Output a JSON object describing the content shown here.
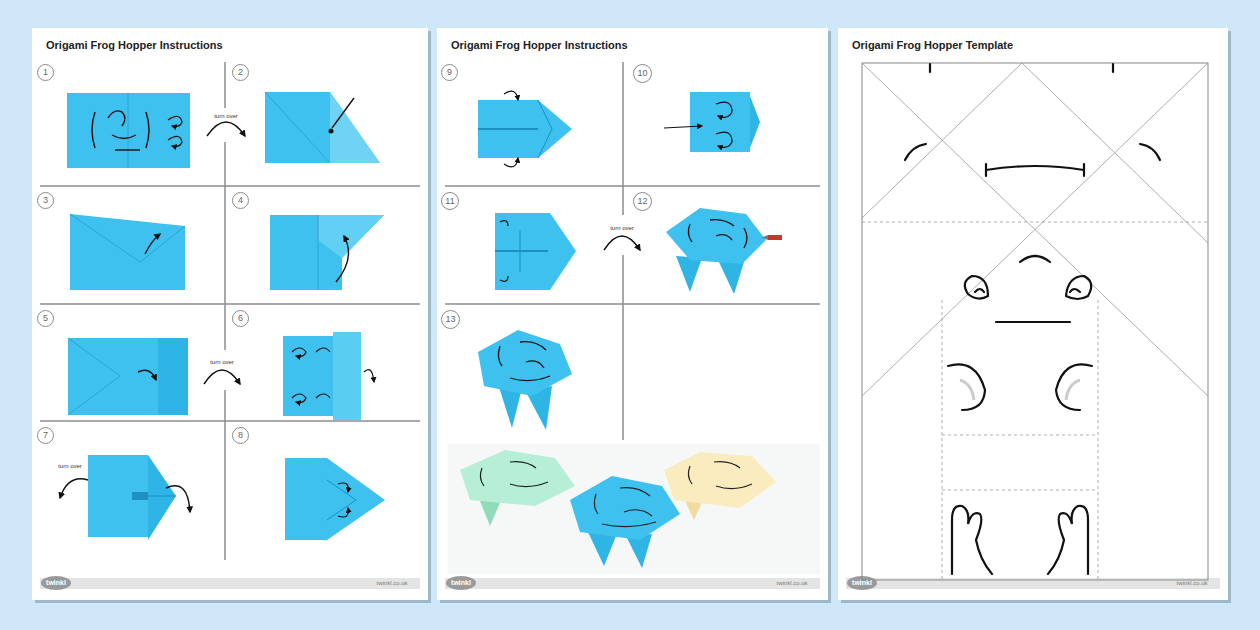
{
  "diagram": {
    "nodes": [
      {
        "text": [
          "Origami Frog Hopper Instructions"
        ]
      },
      {
        "text": [
          "1"
        ],
        "in": 0
      },
      {
        "text": [
          "2"
        ],
        "in": 0
      },
      {
        "text": [
          "3"
        ],
        "in": 0
      },
      {
        "text": [
          "4"
        ],
        "in": 0
      },
      {
        "text": [
          "5"
        ],
        "in": 0
      },
      {
        "text": [
          "6"
        ],
        "in": 0
      },
      {
        "text": [
          "7"
        ],
        "in": 0
      },
      {
        "text": [
          "8"
        ],
        "in": 0
      },
      {
        "text": [
          "Origami Frog Hopper Instructions"
        ]
      },
      {
        "text": [
          "9"
        ],
        "in": 9
      },
      {
        "text": [
          "10"
        ],
        "in": 9
      },
      {
        "text": [
          "11"
        ],
        "in": 9
      },
      {
        "text": [
          "12"
        ],
        "in": 9
      },
      {
        "text": [
          "13"
        ],
        "in": 9
      },
      {
        "text": [
          "Origami Frog Hopper Template"
        ]
      }
    ],
    "labels": [
      "turn over",
      "turn over",
      "turn over",
      "turn over",
      "twinkl",
      "twinkl.co.uk",
      "twinkl",
      "twinkl.co.uk",
      "twinkl",
      "twinkl.co.uk"
    ]
  }
}
